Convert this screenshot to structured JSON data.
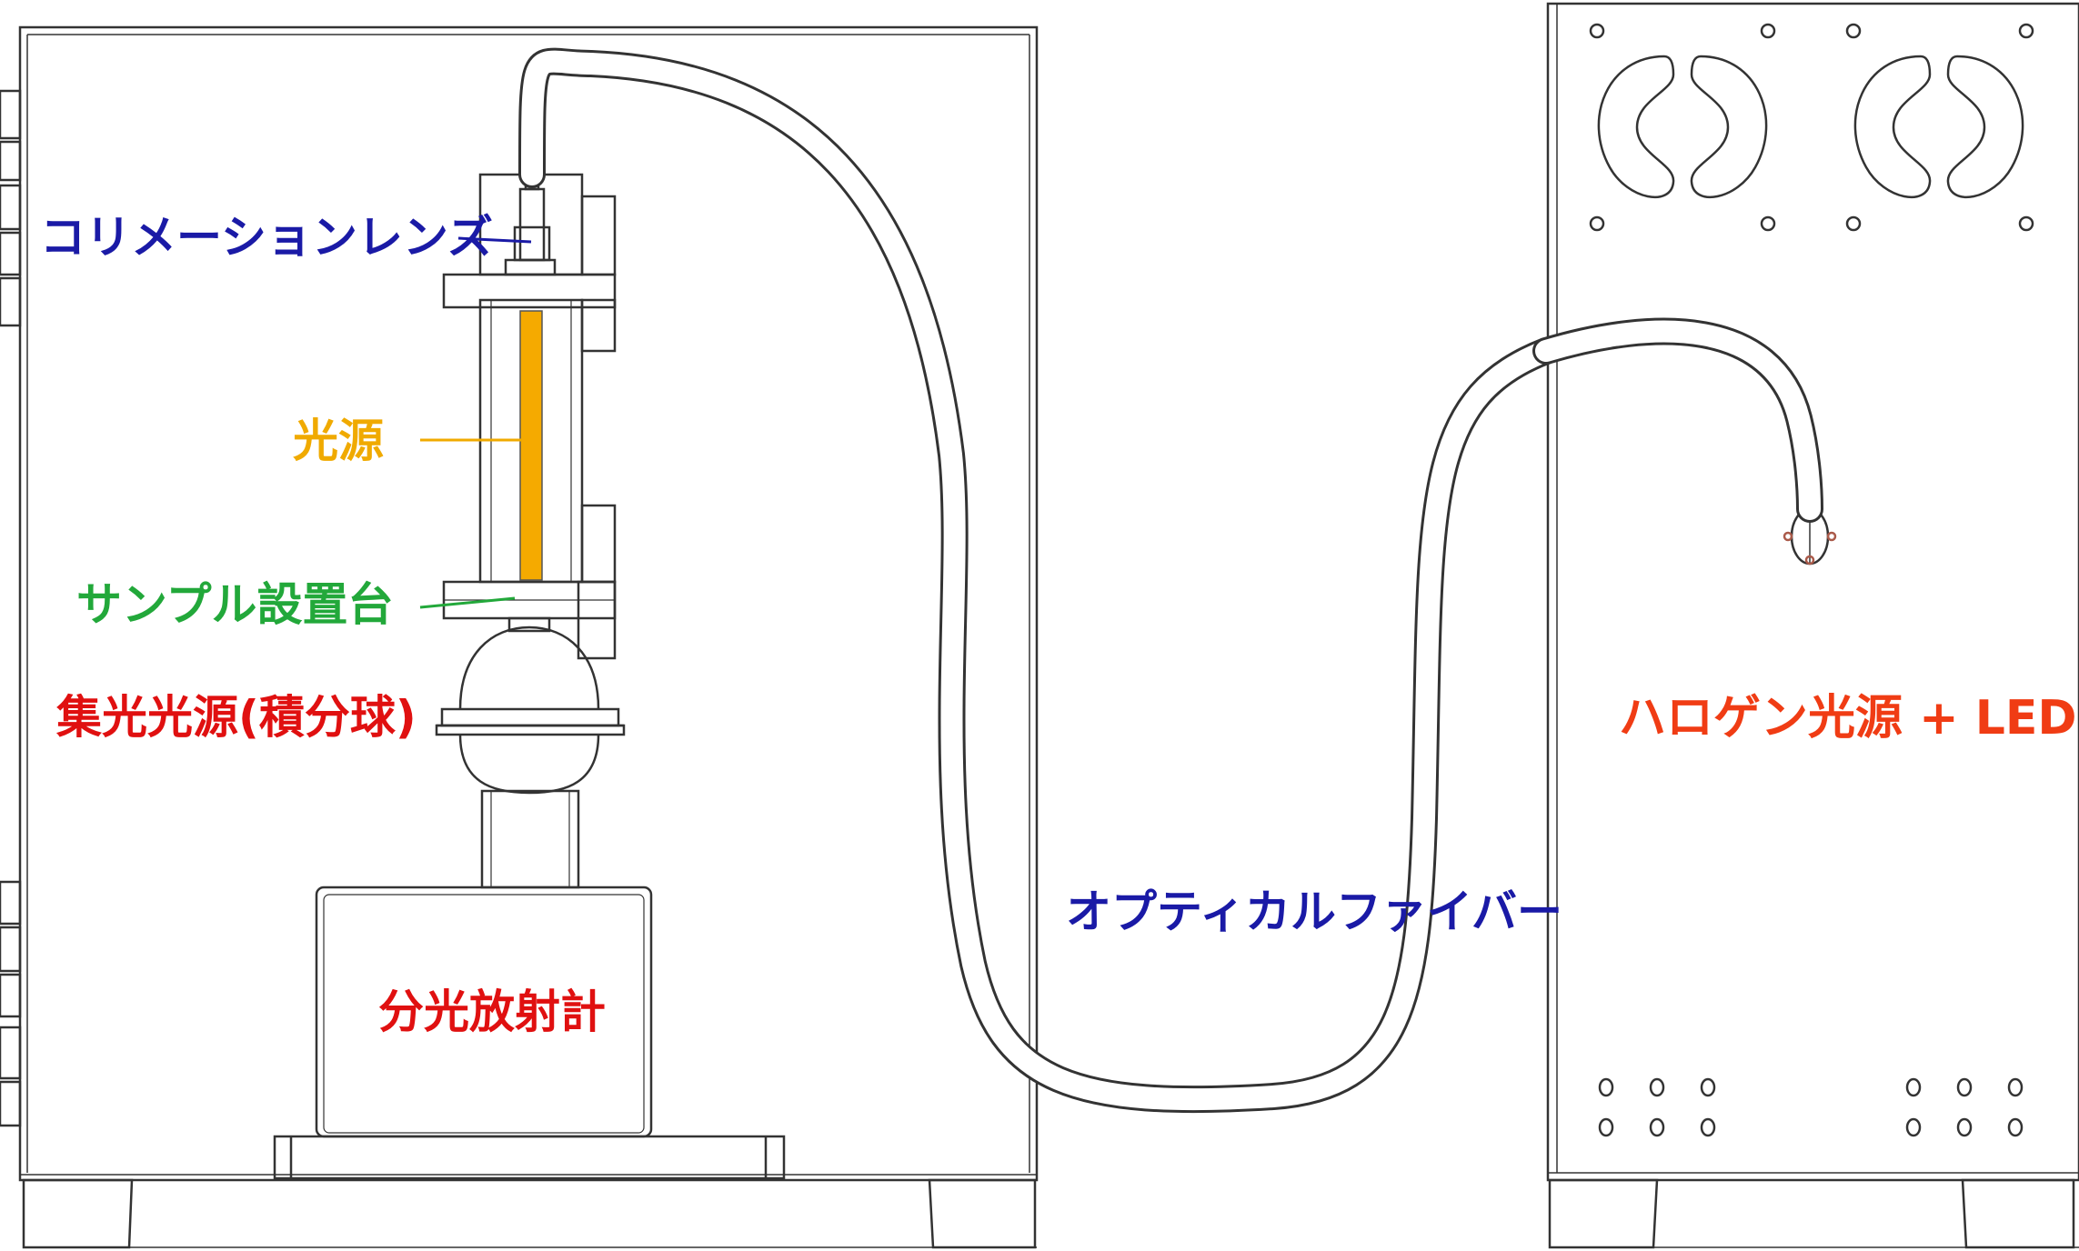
{
  "labels": {
    "collimation_lens": "コリメーションレンズ",
    "light_source": "光源",
    "sample_stage": "サンプル設置台",
    "integrating_sphere": "集光光源(積分球)",
    "spectroradiometer": "分光放射計",
    "optical_fiber": "オプティカルファイバー",
    "halogen_led": "ハロゲン光源 + LED"
  },
  "colors": {
    "collimation_lens": "#1a1aa6",
    "light_source": "#f0aa00",
    "sample_stage": "#22a83a",
    "integrating_sphere": "#e01010",
    "spectroradiometer": "#e01010",
    "optical_fiber": "#1a1aa6",
    "halogen_led": "#f03c14",
    "outline": "#333333",
    "light_rod": "#f5aa00"
  }
}
